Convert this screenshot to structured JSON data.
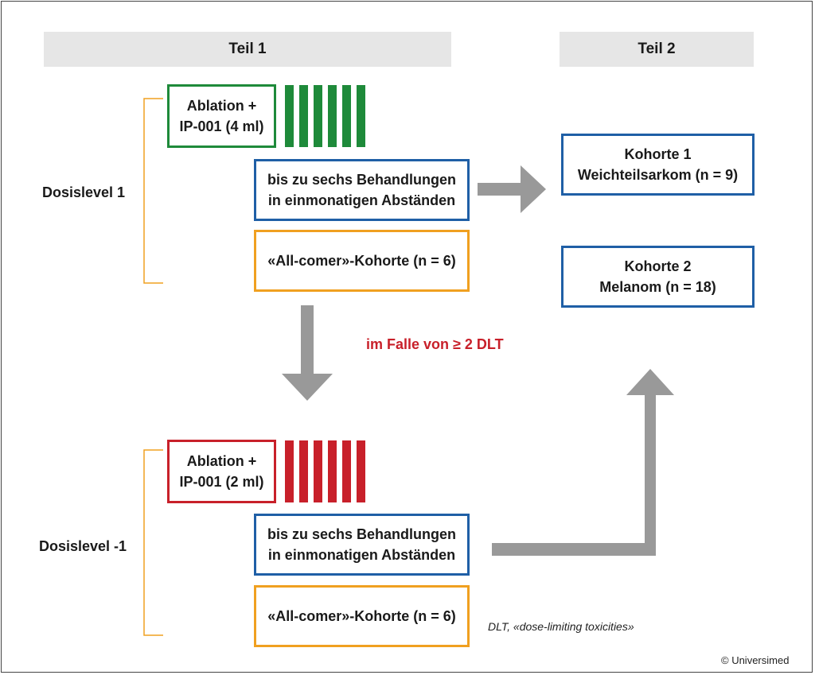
{
  "headers": {
    "teil1": "Teil 1",
    "teil2": "Teil 2"
  },
  "levels": {
    "level1": {
      "label": "Dosislevel 1",
      "ablation_line1": "Ablation +",
      "ablation_line2": "IP-001 (4 ml)",
      "treatment_line1": "bis zu sechs Behandlungen",
      "treatment_line2": "in einmonatigen Abständen",
      "cohort": "«All-comer»-Kohorte (n = 6)",
      "bar_color": "#1e8a3a",
      "bar_count": 6
    },
    "level_minus1": {
      "label": "Dosislevel -1",
      "ablation_line1": "Ablation +",
      "ablation_line2": "IP-001 (2 ml)",
      "treatment_line1": "bis zu sechs Behandlungen",
      "treatment_line2": "in einmonatigen Abständen",
      "cohort": "«All-comer»-Kohorte (n = 6)",
      "bar_color": "#c8202a",
      "bar_count": 6
    }
  },
  "condition": "im Falle von ≥ 2 DLT",
  "teil2_cohorts": [
    {
      "line1": "Kohorte 1",
      "line2": "Weichteilsarkom (n = 9)"
    },
    {
      "line1": "Kohorte 2",
      "line2": "Melanom (n = 18)"
    }
  ],
  "footnote": "DLT, «dose-limiting toxicities»",
  "copyright": "© Universimed",
  "colors": {
    "arrow": "#999999",
    "bracket": "#f0a020",
    "blue": "#1f5fa6",
    "orange": "#f0a020"
  }
}
